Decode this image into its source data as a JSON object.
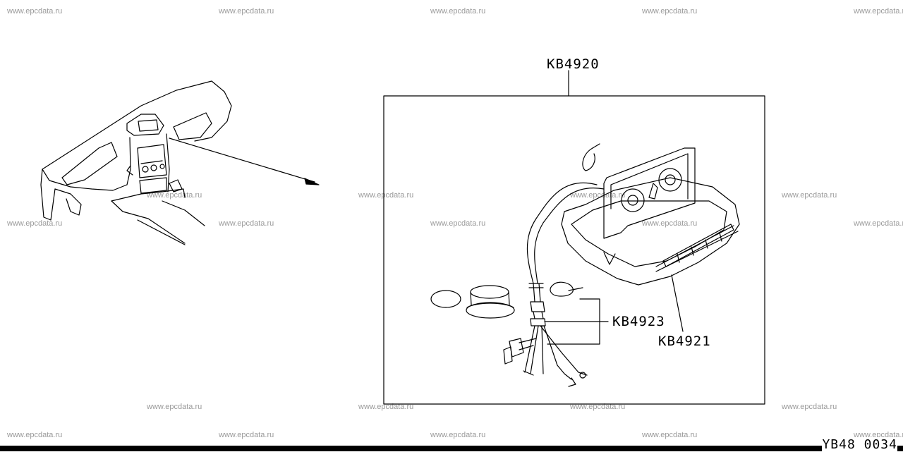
{
  "watermark": "www.epcdata.ru",
  "diagram_id": "YB48 0034",
  "parts": {
    "assembly": "KB4920",
    "harness": "KB4923",
    "overhead_console": "KB4921"
  }
}
